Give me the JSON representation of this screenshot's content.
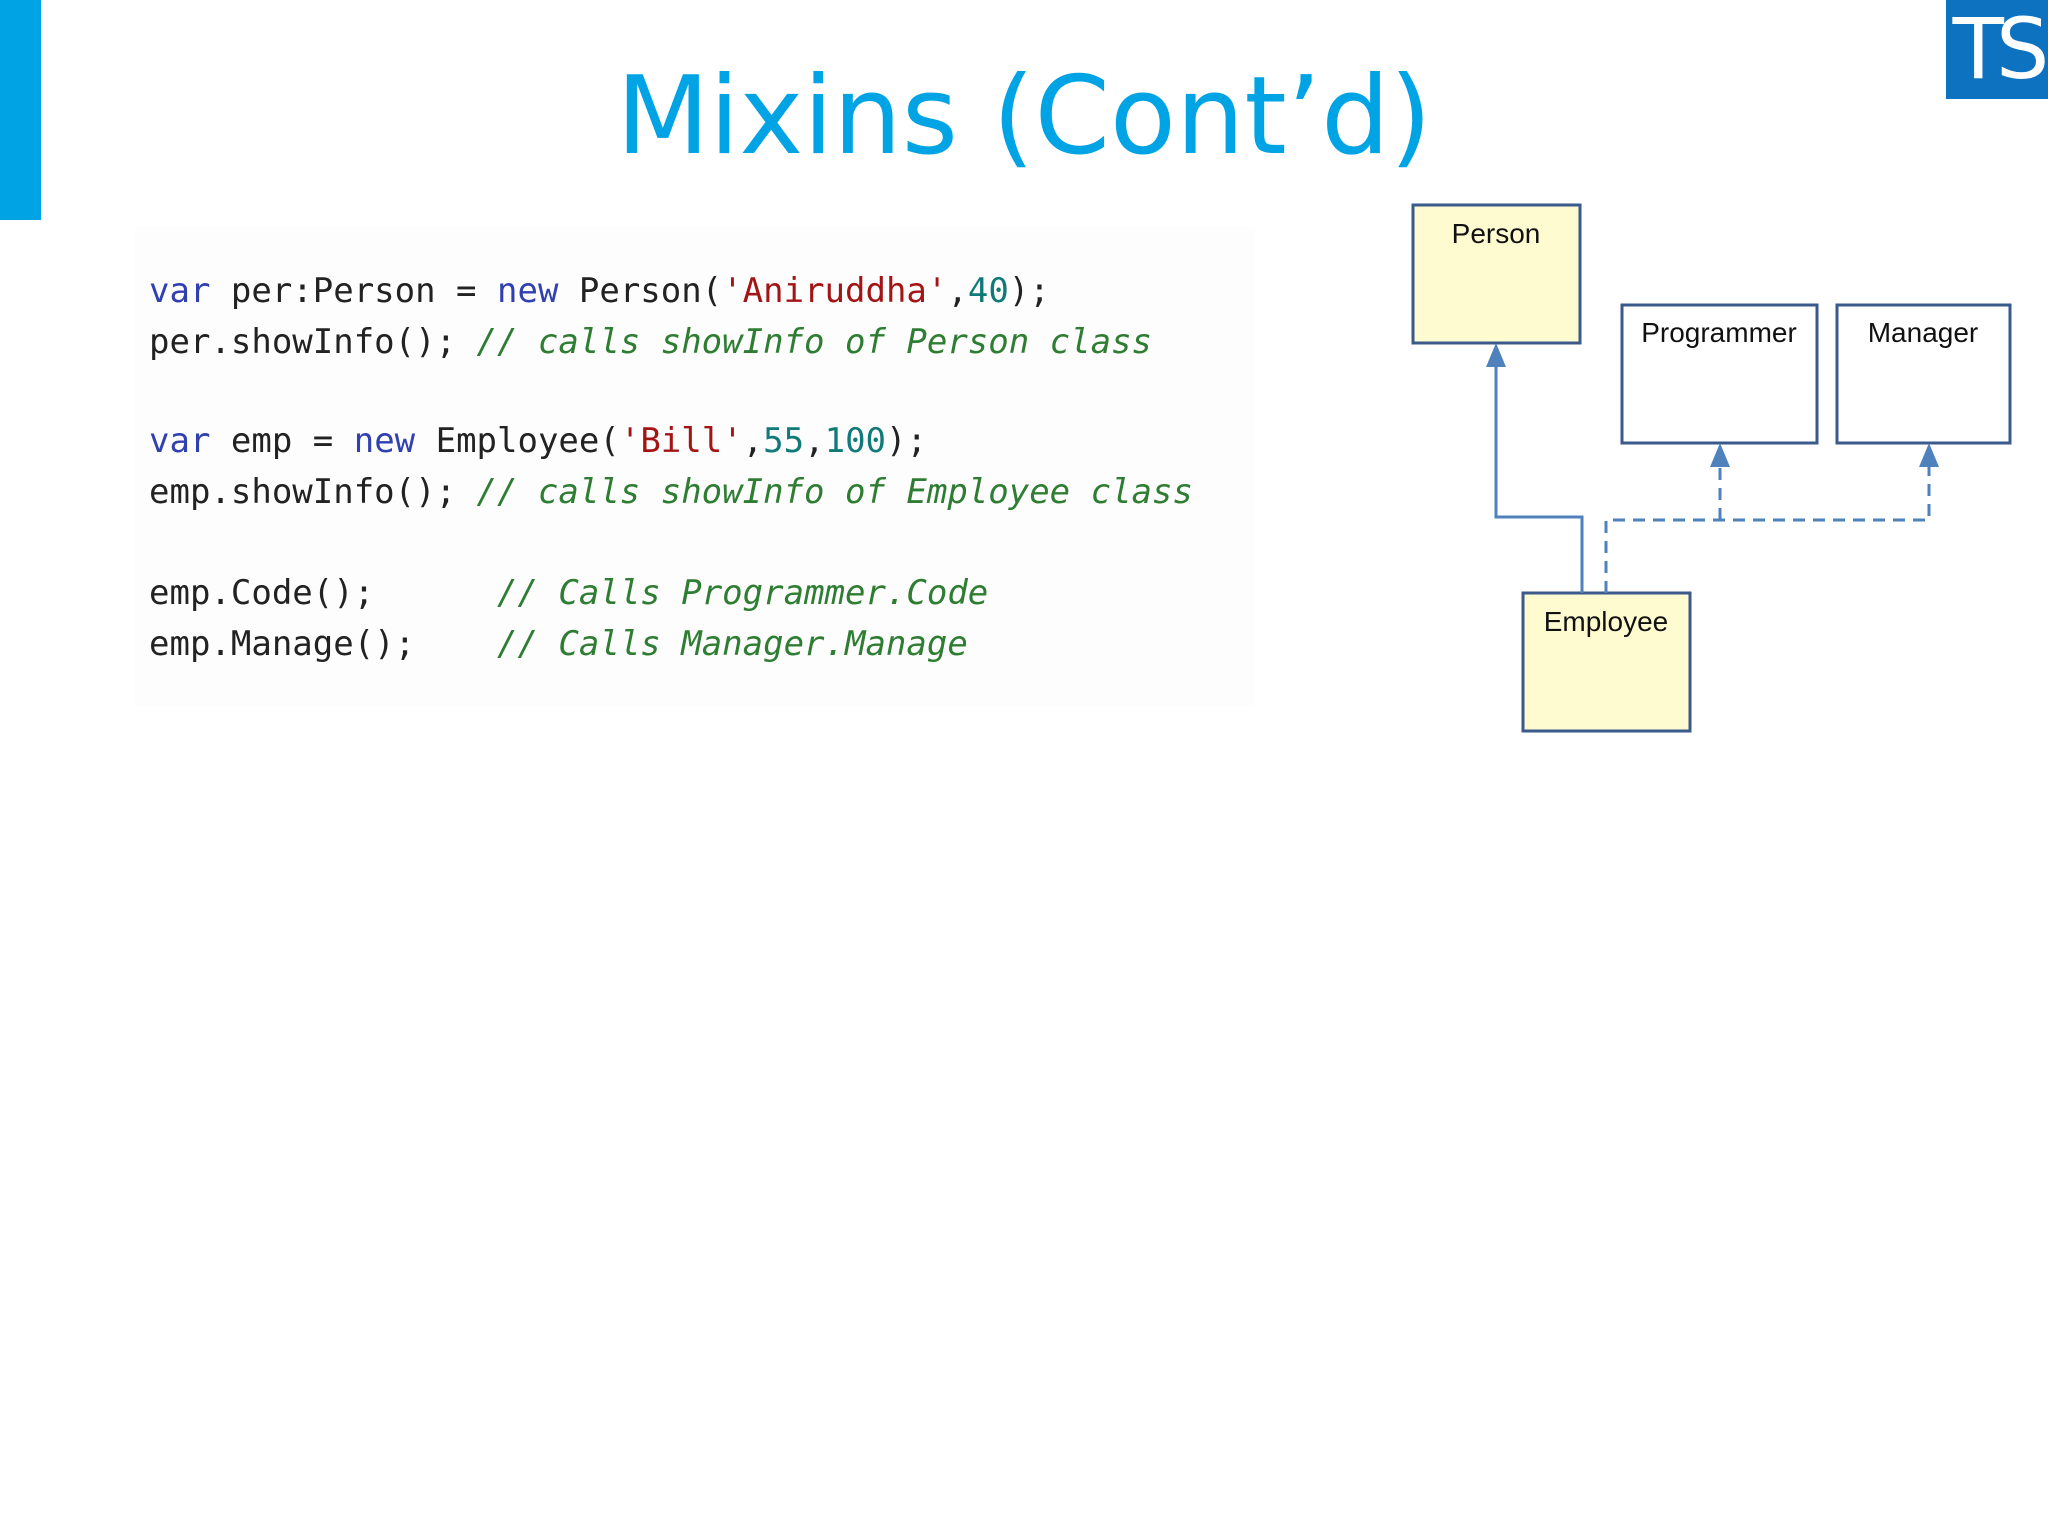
{
  "slide": {
    "title": "Mixins (Cont’d)",
    "logo_text": "TS",
    "colors": {
      "accent": "#00a4e4",
      "logo_bg": "#0d72c0",
      "box_fill_yellow": "#fffbd0",
      "box_stroke": "#3a5a8c",
      "arrow": "#4f81bd"
    }
  },
  "code": {
    "line1": {
      "kw1": "var",
      "t1": " per:Person = ",
      "kw2": "new",
      "t2": " Person(",
      "str": "'Aniruddha'",
      "t3": ",",
      "num": "40",
      "t4": ");"
    },
    "line2": {
      "t1": "per.showInfo(); ",
      "cmt": "// calls showInfo of Person class"
    },
    "line3": {
      "kw1": "var",
      "t1": " emp = ",
      "kw2": "new",
      "t2": " Employee(",
      "str": "'Bill'",
      "t3": ",",
      "num1": "55",
      "t4": ",",
      "num2": "100",
      "t5": ");"
    },
    "line4": {
      "t1": "emp.showInfo(); ",
      "cmt": "// calls showInfo of Employee class"
    },
    "line5": {
      "t1": "emp.Code();      ",
      "cmt": "// Calls Programmer.Code"
    },
    "line6": {
      "t1": "emp.Manage();    ",
      "cmt": "// Calls Manager.Manage"
    }
  },
  "diagram": {
    "person": "Person",
    "programmer": "Programmer",
    "manager": "Manager",
    "employee": "Employee"
  }
}
